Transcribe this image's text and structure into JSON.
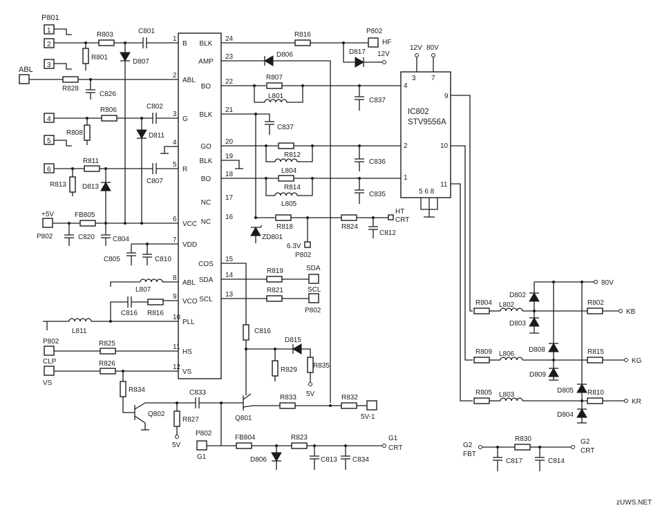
{
  "ic801": {
    "left_pins": [
      {
        "num": "1",
        "name": "B"
      },
      {
        "num": "2",
        "name": "ABL"
      },
      {
        "num": "3",
        "name": "G"
      },
      {
        "num": "4",
        "name": ""
      },
      {
        "num": "5",
        "name": "R"
      },
      {
        "num": "6",
        "name": "VCC"
      },
      {
        "num": "7",
        "name": "VDD"
      },
      {
        "num": "8",
        "name": "ABL"
      },
      {
        "num": "9",
        "name": "VCO"
      },
      {
        "num": "10",
        "name": "PLL"
      },
      {
        "num": "11",
        "name": "HS"
      },
      {
        "num": "12",
        "name": "VS"
      }
    ],
    "right_pins": [
      {
        "num": "24",
        "name": "BLK"
      },
      {
        "num": "23",
        "name": "AMP"
      },
      {
        "num": "22",
        "name": "BO"
      },
      {
        "num": "21",
        "name": "BLK"
      },
      {
        "num": "20",
        "name": "GO"
      },
      {
        "num": "19",
        "name": "BLK"
      },
      {
        "num": "18",
        "name": "BO"
      },
      {
        "num": "17",
        "name": "NC"
      },
      {
        "num": "16",
        "name": "NC"
      },
      {
        "num": "15",
        "name": "COS"
      },
      {
        "num": "14",
        "name": "SDA"
      },
      {
        "num": "13",
        "name": "SCL"
      }
    ]
  },
  "ic802": {
    "ref": "IC802",
    "part": "STV9556A",
    "pin_labels": {
      "p3": "3",
      "p7": "7",
      "p4": "4",
      "p2": "2",
      "p1": "1",
      "p9": "9",
      "p10": "10",
      "p11": "11",
      "p568": "5 6 8"
    },
    "supply_12v": "12V",
    "supply_80v": "80V"
  },
  "connectors": {
    "p801": "P801",
    "c1": "1",
    "c2": "2",
    "c3": "3",
    "c4": "4",
    "c5": "5",
    "c6": "6",
    "abl": "ABL",
    "plus5v": "+5V",
    "p802_a": "P802",
    "p802_hs": "P802",
    "clp": "CLP",
    "vs": "VS",
    "p802_hf": "P802",
    "hf": "HF",
    "hf_12v": "12V",
    "ht": "HT",
    "crt_ht": "CRT",
    "v63": "6.3V",
    "p802_63": "P802",
    "sda": "SDA",
    "scl": "SCL",
    "p802_scl": "P802",
    "v5_d815": "5V",
    "v5_r827": "5V",
    "v5_1": "5V-1",
    "p802_g1": "P802",
    "g1": "G1",
    "g1_crt_a": "G1",
    "g1_crt_b": "CRT",
    "g2_fbt_a": "G2",
    "g2_fbt_b": "FBT",
    "g2_crt_a": "G2",
    "g2_crt_b": "CRT",
    "v80_out": "80V",
    "kb": "KB",
    "kg": "KG",
    "kr": "KR",
    "watermark": "zUWS.NET"
  },
  "components": {
    "r803": "R803",
    "r801": "R801",
    "c801": "C801",
    "d807": "D807",
    "r828": "R828",
    "c826": "C826",
    "r806": "R806",
    "r808": "R808",
    "c802": "C802",
    "d811": "D811",
    "r811": "R811",
    "r813": "R813",
    "d813": "D813",
    "c807": "C807",
    "fb805": "FB805",
    "c820": "C820",
    "c804": "C804",
    "c805": "C805",
    "c810": "C810",
    "l807": "L807",
    "c816": "C816",
    "r816": "R816",
    "l811": "L811",
    "r825": "R825",
    "r826": "R826",
    "r834": "R834",
    "q802": "Q802",
    "c833": "C833",
    "r827": "R827",
    "fb804": "FB804",
    "r823": "R823",
    "d806b": "D806",
    "c813": "C813",
    "c834": "C834",
    "r816b": "R816",
    "d817": "D817",
    "d806": "D806",
    "r807": "R807",
    "l801": "L801",
    "c837": "C837",
    "c837b": "C837",
    "r812": "R812",
    "l804": "L804",
    "c836": "C836",
    "r814": "R814",
    "l805": "L805",
    "c835": "C835",
    "r818": "R818",
    "zd801": "ZD801",
    "r824": "R824",
    "c812": "C812",
    "r819": "R819",
    "r821": "R821",
    "c816b": "C816",
    "d815": "D815",
    "r829": "R829",
    "r835": "R835",
    "q801": "Q801",
    "r833": "R833",
    "r832": "R832",
    "r804": "R804",
    "l802": "L802",
    "d802": "D802",
    "d803": "D803",
    "r802": "R802",
    "r809": "R809",
    "l806": "L806",
    "d808": "D808",
    "d809": "D809",
    "r815": "R815",
    "r805": "R805",
    "l803": "L803",
    "d805": "D805",
    "d804": "D804",
    "r810": "R810",
    "r830": "R830",
    "c817": "C817",
    "c814": "C814"
  }
}
